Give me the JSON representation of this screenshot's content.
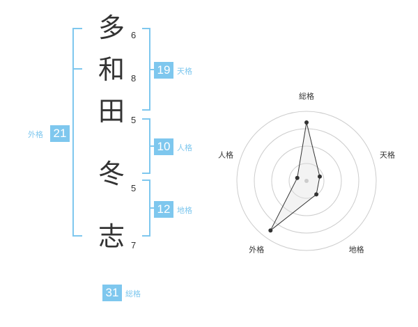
{
  "name": {
    "chars": [
      {
        "char": "多",
        "strokes": "6"
      },
      {
        "char": "和",
        "strokes": "8"
      },
      {
        "char": "田",
        "strokes": "5"
      },
      {
        "char": "冬",
        "strokes": "5"
      },
      {
        "char": "志",
        "strokes": "7"
      }
    ]
  },
  "scores": {
    "tenkaku": {
      "value": "19",
      "label": "天格"
    },
    "jinkaku": {
      "value": "10",
      "label": "人格"
    },
    "chikaku": {
      "value": "12",
      "label": "地格"
    },
    "gaikaku": {
      "value": "21",
      "label": "外格"
    },
    "soukaku": {
      "value": "31",
      "label": "総格"
    }
  },
  "colors": {
    "accent": "#7ec7ee",
    "text": "#333333",
    "grid": "#cccccc"
  },
  "chart_data": {
    "type": "radar",
    "axes": [
      "総格",
      "天格",
      "地格",
      "外格",
      "人格"
    ],
    "values": [
      4.2,
      1.0,
      1.2,
      4.4,
      0.7
    ],
    "range": [
      0,
      5
    ],
    "rings": 4
  }
}
